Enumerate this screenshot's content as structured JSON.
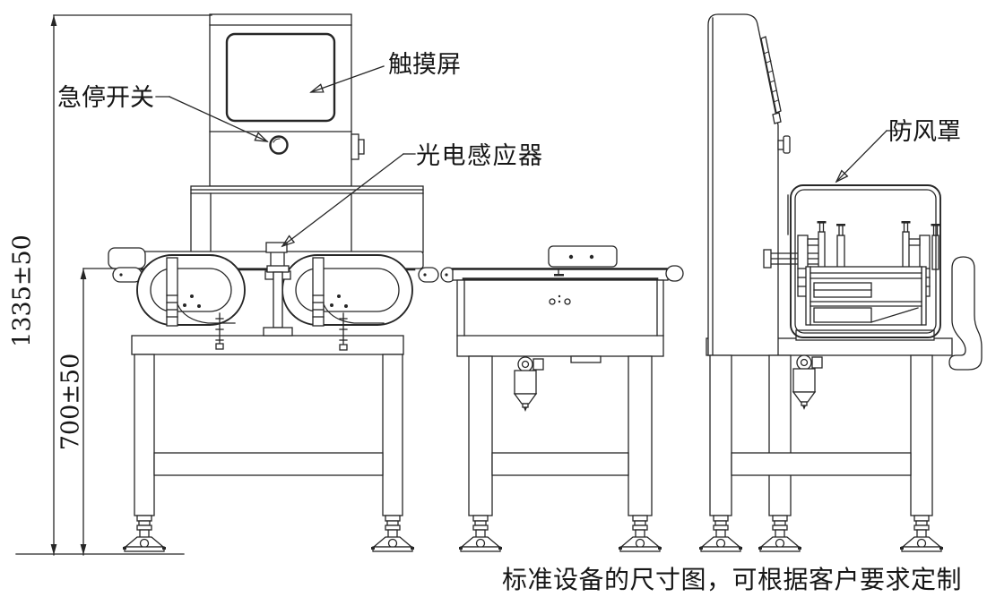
{
  "drawing": {
    "callouts": {
      "emergency_stop": "急停开关",
      "touch_screen": "触摸屏",
      "photoelectric_sensor": "光电感应器",
      "windproof_cover": "防风罩"
    },
    "dimensions": {
      "overall_height": "1335±50",
      "conveyor_height": "700±50"
    },
    "caption": "标准设备的尺寸图，可根据客户要求定制",
    "colors": {
      "line": "#262626",
      "background": "#ffffff"
    }
  }
}
